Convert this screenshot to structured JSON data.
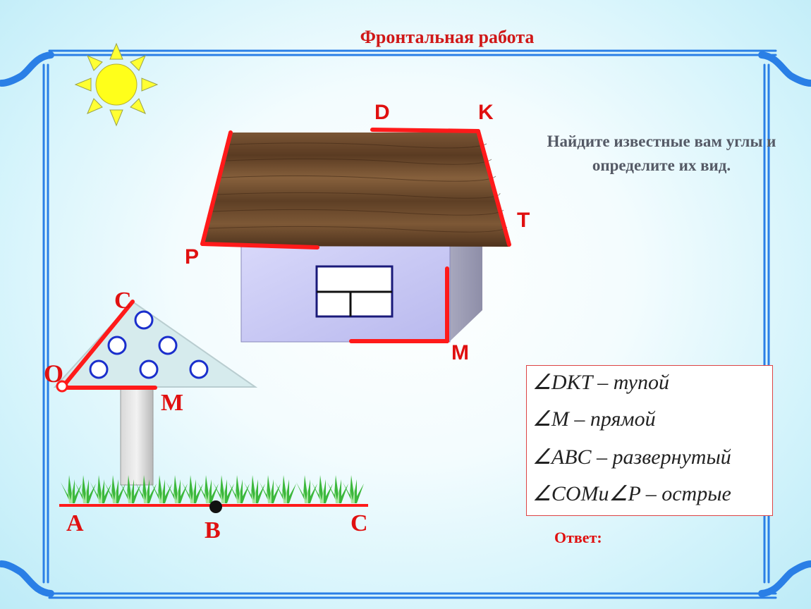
{
  "title": "Фронтальная работа",
  "task": {
    "line1": "Найдите известные вам углы и",
    "line2": "определите их вид."
  },
  "house_labels": {
    "D": "D",
    "K": "K",
    "T": "T",
    "P": "P",
    "M": "M"
  },
  "mushroom_labels": {
    "C": "C",
    "O": "O",
    "M": "M"
  },
  "line_labels": {
    "A": "A",
    "B": "B",
    "C": "C"
  },
  "answers": [
    "∠DKT – тупой",
    "∠M – прямой",
    "∠ABC – развернутый",
    "∠COMи∠P – острые"
  ],
  "answer_label": "Ответ:",
  "colors": {
    "accent_red": "#ff1a1a",
    "frame_blue": "#1a73e8",
    "house_wall": "#c8c8f4",
    "roof_wood": "#6b4a2e",
    "sun": "#ffff1a",
    "grass": "#3cb83c"
  },
  "icons": [
    "sun-icon",
    "grass-icon"
  ]
}
